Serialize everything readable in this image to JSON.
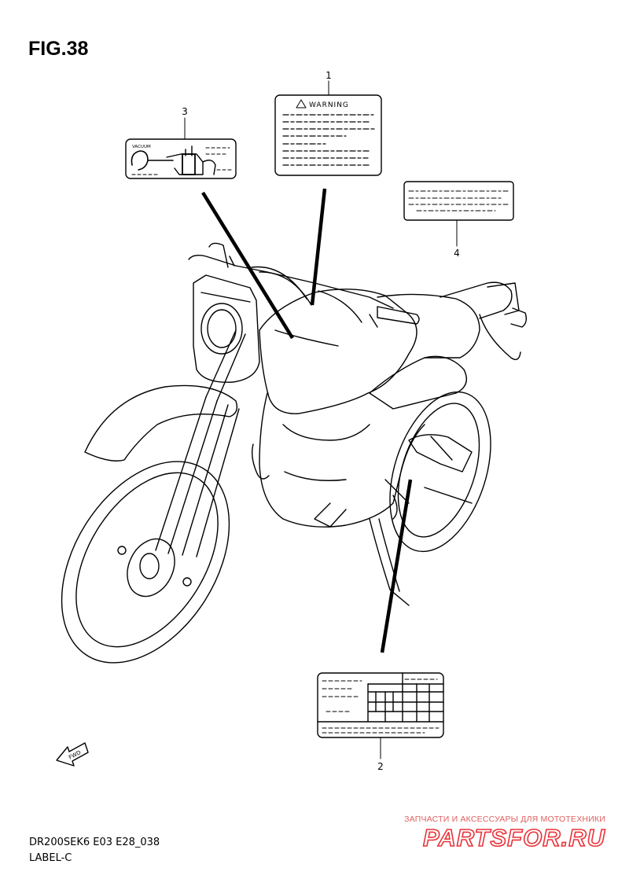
{
  "figure": {
    "title": "FIG.38"
  },
  "callouts": [
    {
      "number": "1"
    },
    {
      "number": "2"
    },
    {
      "number": "3"
    },
    {
      "number": "4"
    }
  ],
  "labels": {
    "warning_text": "WARNING",
    "vacuum_text": "VACUUM"
  },
  "fwd_arrow": {
    "text": "FWD"
  },
  "footer": {
    "model_code": "DR200SEK6 E03 E28_038",
    "section": "LABEL-C"
  },
  "watermark": {
    "tagline": "ЗАПЧАСТИ И АКСЕССУАРЫ ДЛЯ МОТОТЕХНИКИ",
    "site": "PARTSFOR.RU",
    "color": "#e8333a"
  }
}
